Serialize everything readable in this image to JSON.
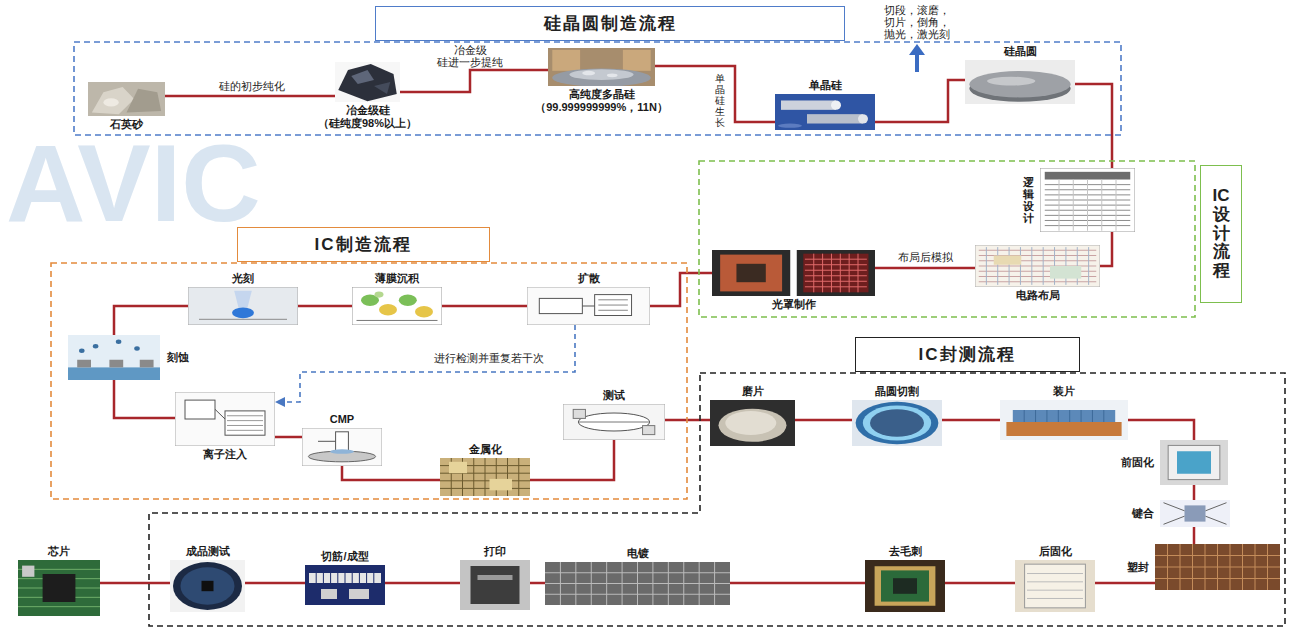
{
  "diagram": {
    "nodes": [
      {
        "text": [
          "硅晶圆制造流程"
        ]
      },
      {
        "text": [
          "石英砂"
        ],
        "in": 0
      },
      {
        "text": [
          "冶金级硅",
          "（硅纯度98%以上）"
        ],
        "in": 0
      },
      {
        "text": [
          "高纯度多晶硅",
          "（99.999999999%，11N）"
        ],
        "in": 0
      },
      {
        "text": [
          "单晶硅"
        ],
        "in": 0
      },
      {
        "text": [
          "硅晶圆"
        ],
        "in": 0
      },
      {
        "text": [
          "IC设计流程"
        ]
      },
      {
        "text": [
          "逻辑设计"
        ],
        "in": 6
      },
      {
        "text": [
          "电路布局"
        ],
        "in": 6
      },
      {
        "text": [
          "光罩制作"
        ],
        "in": 6
      },
      {
        "text": [
          "IC制造流程"
        ]
      },
      {
        "text": [
          "光刻"
        ],
        "in": 10
      },
      {
        "text": [
          "薄膜沉积"
        ],
        "in": 10
      },
      {
        "text": [
          "扩散"
        ],
        "in": 10
      },
      {
        "text": [
          "刻蚀"
        ],
        "in": 10
      },
      {
        "text": [
          "离子注入"
        ],
        "in": 10
      },
      {
        "text": [
          "CMP"
        ],
        "in": 10
      },
      {
        "text": [
          "金属化"
        ],
        "in": 10
      },
      {
        "text": [
          "测试"
        ],
        "in": 10
      },
      {
        "text": [
          "IC封测流程"
        ]
      },
      {
        "text": [
          "磨片"
        ],
        "in": 19
      },
      {
        "text": [
          "晶圆切割"
        ],
        "in": 19
      },
      {
        "text": [
          "装片"
        ],
        "in": 19
      },
      {
        "text": [
          "前固化"
        ],
        "in": 19
      },
      {
        "text": [
          "键合"
        ],
        "in": 19
      },
      {
        "text": [
          "塑封"
        ],
        "in": 19
      },
      {
        "text": [
          "后固化"
        ],
        "in": 19
      },
      {
        "text": [
          "去毛刺"
        ],
        "in": 19
      },
      {
        "text": [
          "电镀"
        ],
        "in": 19
      },
      {
        "text": [
          "打印"
        ],
        "in": 19
      },
      {
        "text": [
          "切筋/成型"
        ],
        "in": 19
      },
      {
        "text": [
          "成品测试"
        ],
        "in": 19
      },
      {
        "text": [
          "芯片"
        ]
      }
    ],
    "edges": [
      {
        "from": 1,
        "to": 2,
        "arrow": "none",
        "label": "硅的初步纯化"
      },
      {
        "from": 2,
        "to": 3,
        "arrow": "none",
        "label": "冶金级 硅进一步提纯"
      },
      {
        "from": 3,
        "to": 4,
        "arrow": "none",
        "label": "单晶硅生长"
      },
      {
        "from": 4,
        "to": 5,
        "arrow": "none",
        "label": "切段，滚磨， 切片，倒角， 抛光，激光刻"
      },
      {
        "from": 5,
        "to": 7,
        "arrow": "none"
      },
      {
        "from": 7,
        "to": 8,
        "arrow": "none"
      },
      {
        "from": 8,
        "to": 9,
        "arrow": "none",
        "label": "布局后模拟"
      },
      {
        "from": 9,
        "to": 13,
        "arrow": "none"
      },
      {
        "from": 13,
        "to": 12,
        "arrow": "none"
      },
      {
        "from": 12,
        "to": 11,
        "arrow": "none"
      },
      {
        "from": 11,
        "to": 14,
        "arrow": "none"
      },
      {
        "from": 14,
        "to": 15,
        "arrow": "none"
      },
      {
        "from": 15,
        "to": 16,
        "arrow": "none"
      },
      {
        "from": 16,
        "to": 17,
        "arrow": "none"
      },
      {
        "from": 17,
        "to": 18,
        "arrow": "none"
      },
      {
        "from": 13,
        "to": 15,
        "arrow": "to",
        "label": "进行检测并重复若干次"
      },
      {
        "from": 18,
        "to": 20,
        "arrow": "none"
      },
      {
        "from": 20,
        "to": 21,
        "arrow": "none"
      },
      {
        "from": 21,
        "to": 22,
        "arrow": "none"
      },
      {
        "from": 22,
        "to": 23,
        "arrow": "none"
      },
      {
        "from": 23,
        "to": 24,
        "arrow": "none"
      },
      {
        "from": 24,
        "to": 25,
        "arrow": "none"
      },
      {
        "from": 25,
        "to": 26,
        "arrow": "none"
      },
      {
        "from": 26,
        "to": 27,
        "arrow": "none"
      },
      {
        "from": 27,
        "to": 28,
        "arrow": "none"
      },
      {
        "from": 28,
        "to": 29,
        "arrow": "none"
      },
      {
        "from": 29,
        "to": 30,
        "arrow": "none"
      },
      {
        "from": 30,
        "to": 31,
        "arrow": "none"
      },
      {
        "from": 31,
        "to": 32,
        "arrow": "none"
      }
    ],
    "labels": [
      "AVIC"
    ]
  }
}
